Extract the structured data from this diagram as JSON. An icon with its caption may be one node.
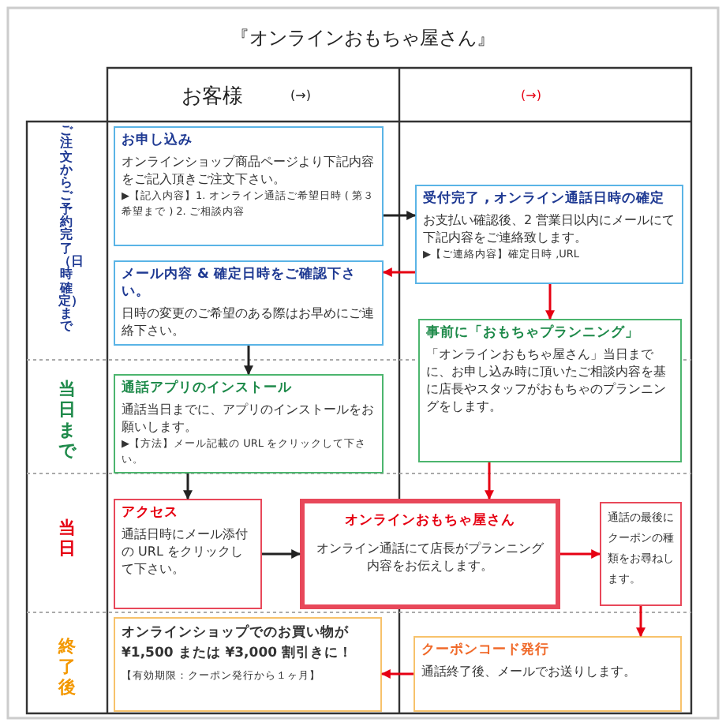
{
  "diagram": {
    "title": "『オンラインおもちゃ屋さん』",
    "nodes": [
      {
        "text": [
          "お申し込み",
          "オンラインショップ商品ページより下記内容をご記入頂きご注文下さい。",
          "▶【記入内容】1. オンライン通話ご希望日時 ( 第３希望まで ) 2. ご相談内容"
        ]
      },
      {
        "text": [
          "受付完了 , オンライン通話日時の確定",
          "お支払い確認後、2 営業日以内にメールにて下記内容をご連絡致します。",
          "▶【ご連絡内容】確定日時 ,URL"
        ]
      },
      {
        "text": [
          "メール内容 & 確定日時をご確認下さい。",
          "日時の変更のご希望のある際はお早めにご連絡下さい。"
        ]
      },
      {
        "text": [
          "事前に「おもちゃプランニング」",
          "「オンラインおもちゃ屋さん」当日までに、お申し込み時に頂いたご相談内容を基に店長やスタッフがおもちゃのプランニングをします。"
        ]
      },
      {
        "text": [
          "通話アプリのインストール",
          "通話当日までに、アプリのインストールをお願いします。",
          "▶【方法】メール記載の URL をクリックして下さい。"
        ]
      },
      {
        "text": [
          "アクセス",
          "通話日時にメール添付の URL をクリックして下さい。"
        ]
      },
      {
        "text": [
          "オンラインおもちゃ屋さん",
          "オンライン通話にて店長がプランニング内容をお伝えします。"
        ]
      },
      {
        "text": [
          "通話の最後にクーポンの種類をお尋ねします。"
        ]
      },
      {
        "text": [
          "クーポンコード発行",
          "通話終了後、メールでお送りします。"
        ]
      },
      {
        "text": [
          "オンラインショップでのお買い物が ¥1,500 または ¥3,000 割引きに！",
          "【有効期限：クーポン発行から１ヶ月】"
        ]
      }
    ],
    "edges": [
      {
        "from": 0,
        "to": 1,
        "arrow": "to",
        "color": "#222222"
      },
      {
        "from": 1,
        "to": 2,
        "arrow": "to",
        "color": "#e60012"
      },
      {
        "from": 1,
        "to": 3,
        "arrow": "to",
        "color": "#e60012"
      },
      {
        "from": 2,
        "to": 4,
        "arrow": "to",
        "color": "#222222"
      },
      {
        "from": 3,
        "to": 6,
        "arrow": "to",
        "color": "#e60012"
      },
      {
        "from": 4,
        "to": 5,
        "arrow": "to",
        "color": "#222222"
      },
      {
        "from": 5,
        "to": 6,
        "arrow": "to",
        "color": "#222222"
      },
      {
        "from": 6,
        "to": 7,
        "arrow": "to",
        "color": "#e60012"
      },
      {
        "from": 7,
        "to": 8,
        "arrow": "to",
        "color": "#e60012"
      },
      {
        "from": 8,
        "to": 9,
        "arrow": "to",
        "color": "#e60012"
      }
    ],
    "labels": [
      "お客様",
      "(→)",
      "(→)",
      "ご注文からご予約完了（日時確定）まで",
      "当日まで",
      "当日",
      "終了後"
    ]
  }
}
